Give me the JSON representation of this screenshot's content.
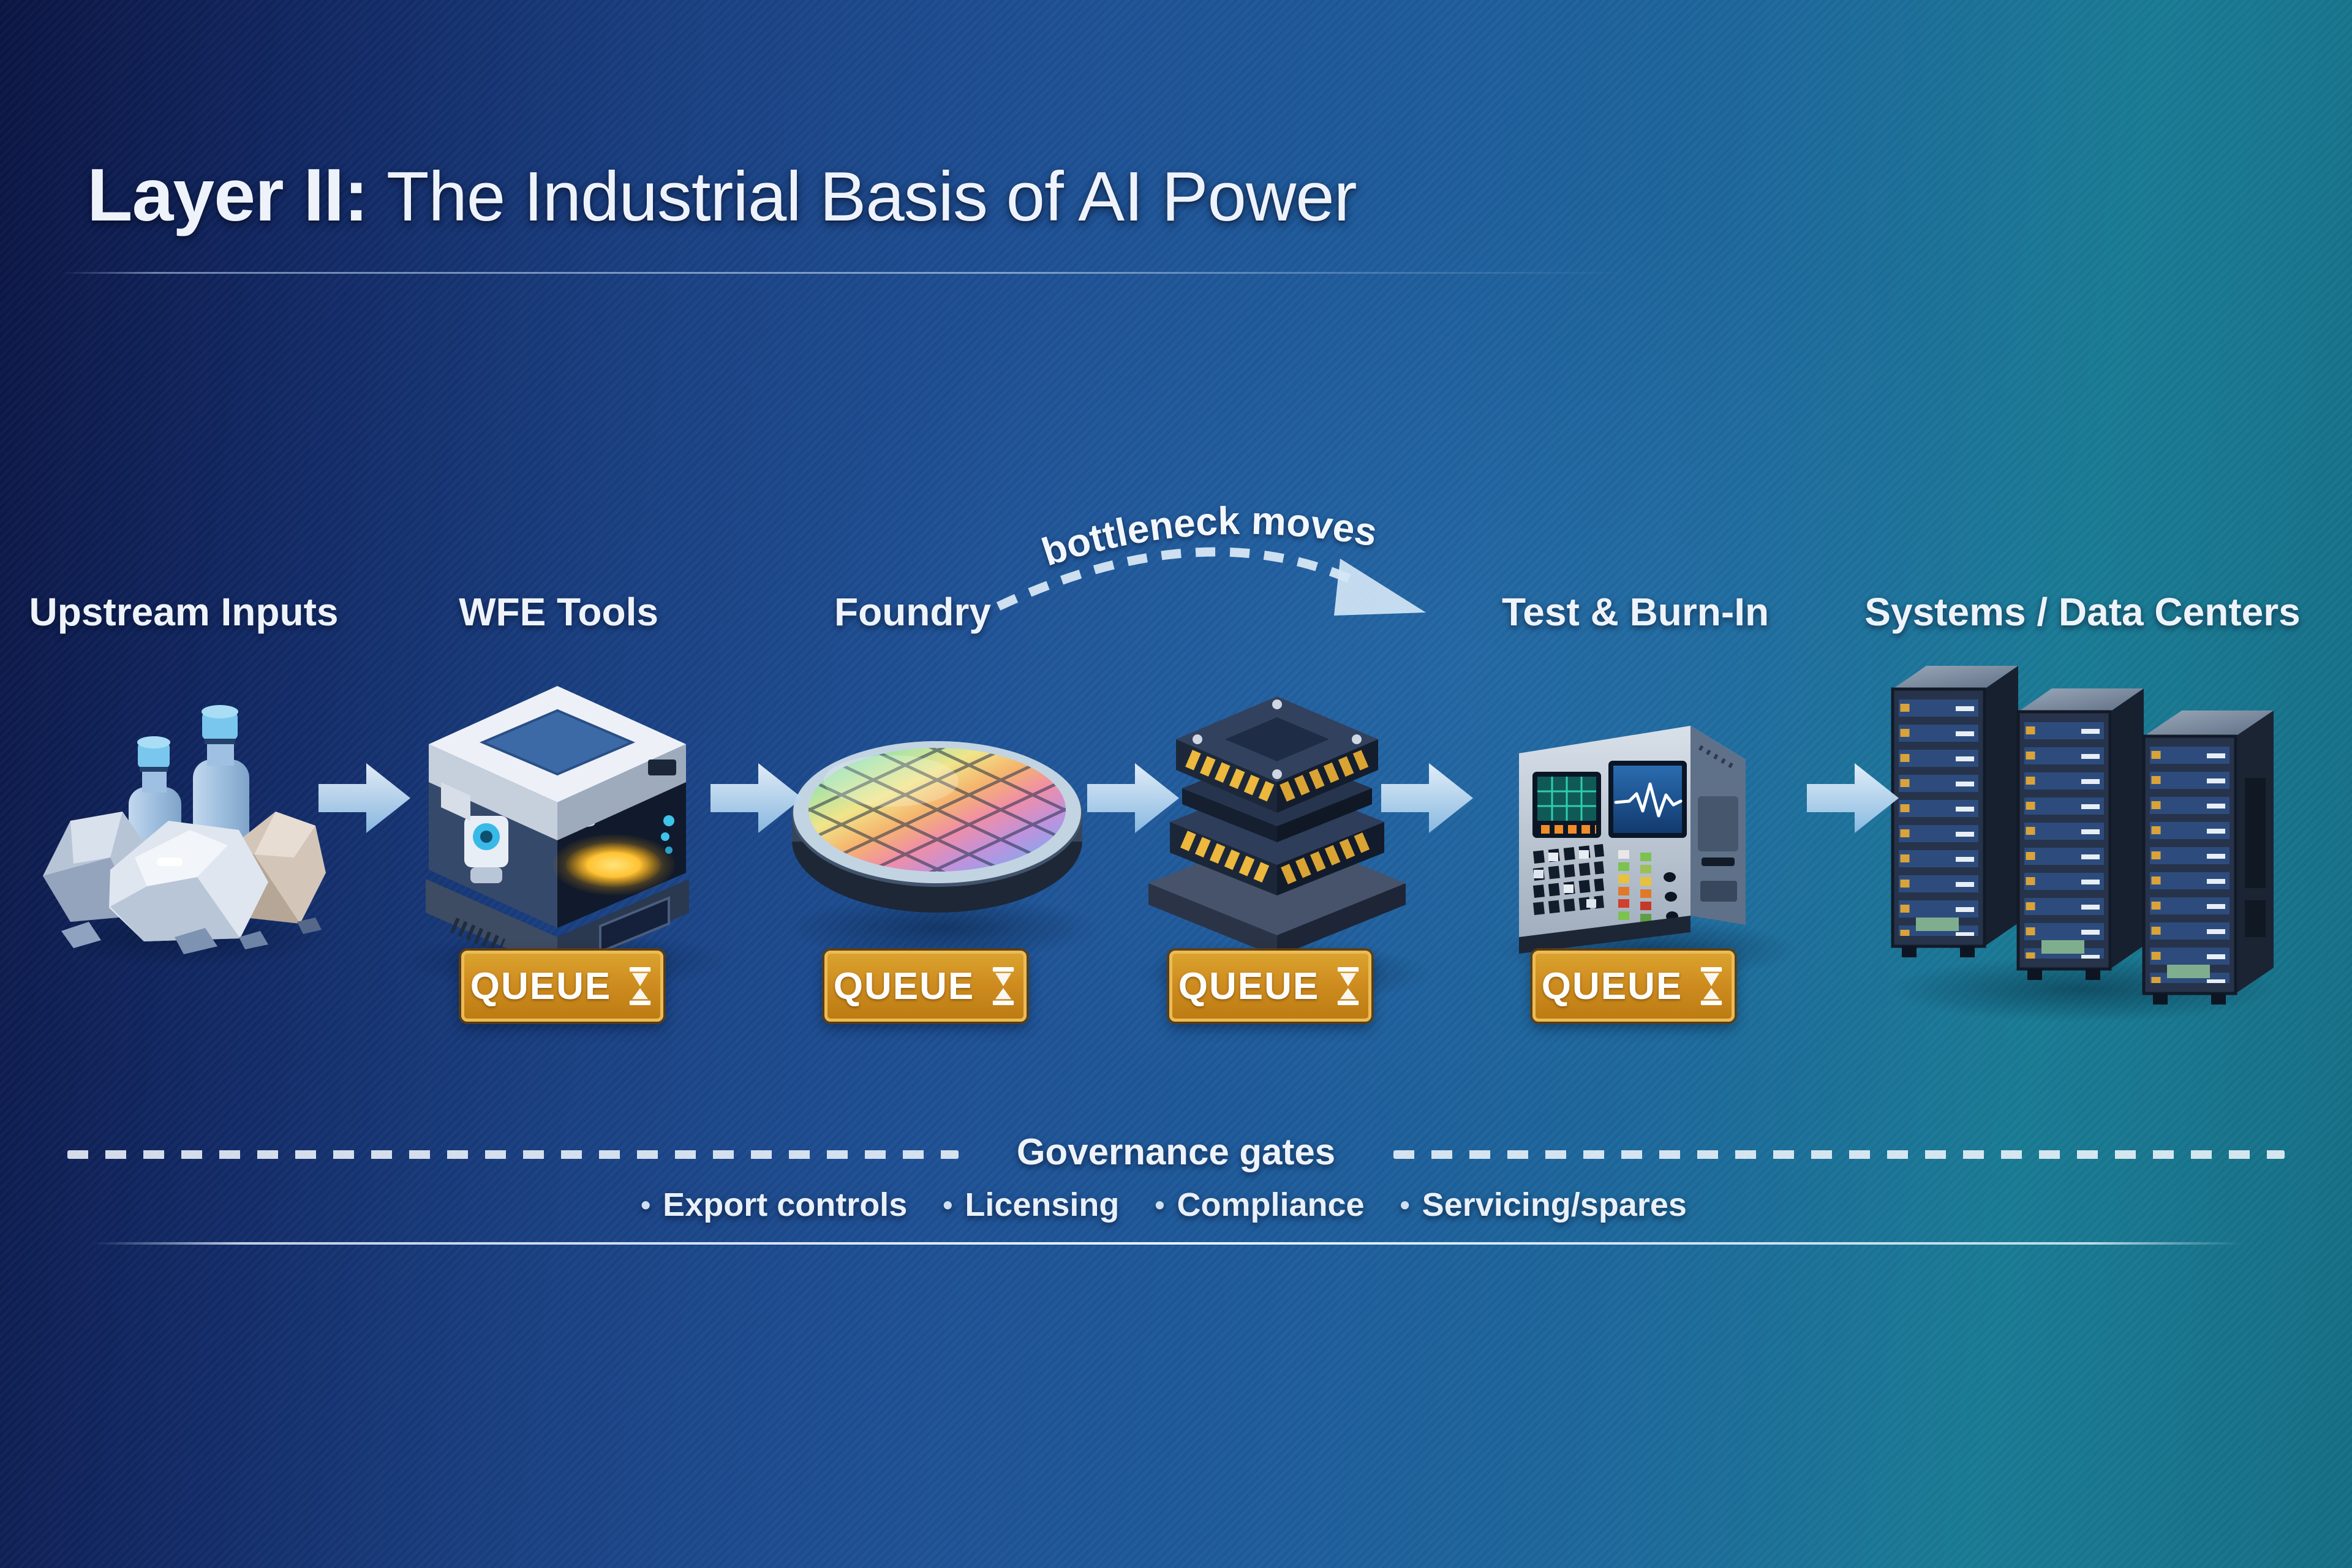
{
  "title": {
    "prefix": "Layer II:",
    "rest": "The Industrial Basis of AI Power"
  },
  "flow": {
    "bottleneck_label": "bottleneck moves",
    "queue_label": "QUEUE",
    "stages": [
      {
        "label": "Upstream Inputs",
        "icon": "raw-materials",
        "queue": false
      },
      {
        "label": "WFE Tools",
        "icon": "wfe-litho-machine",
        "queue": true
      },
      {
        "label": "Foundry",
        "icon": "silicon-wafer",
        "queue": true
      },
      {
        "icon": "packaged-chip-stack",
        "queue": true
      },
      {
        "label": "Test & Burn-In",
        "icon": "test-equipment",
        "queue": true
      },
      {
        "label": "Systems / Data Centers",
        "icon": "server-racks",
        "queue": false
      }
    ]
  },
  "governance": {
    "bullet": "•",
    "title": "Governance gates",
    "items": [
      "Export controls",
      "Licensing",
      "Compliance",
      "Servicing/spares"
    ]
  },
  "colors": {
    "bg_left": "#0b1543",
    "bg_mid": "#1d5094",
    "bg_right": "#156f85",
    "queue_fill": "#cf8d20",
    "queue_border": "#edbb55",
    "arrow": "#bcdcf2",
    "text": "#f0f5fb",
    "wafer_grid": "#22304a",
    "pin_gold": "#ecb83d"
  }
}
